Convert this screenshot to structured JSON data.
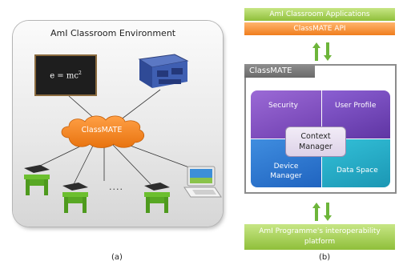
{
  "panel_a": {
    "title": "AmI Classroom  Environment",
    "equation_base": "e = mc",
    "equation_exponent": "2",
    "hub_label": "ClassMATE",
    "ellipsis": "....",
    "caption": "(a)"
  },
  "panel_b": {
    "apps_label": "AmI Classroom Applications",
    "api_label": "ClassMATE API",
    "frame_title": "ClassMATE",
    "security": "Security",
    "user_profile": "User Profile",
    "context_line1": "Context",
    "context_line2": "Manager",
    "device_line1": "Device",
    "device_line2": "Manager",
    "data_space": "Data Space",
    "interop_line1": "AmI Programme's interoperability",
    "interop_line2": "platform",
    "caption": "(b)"
  },
  "colors": {
    "green_bar": "#8fbf3a",
    "orange_bar": "#f07d1d",
    "purple": "#7a4bbf",
    "blue": "#2a6fc9",
    "teal": "#22a6c0",
    "cloud_orange": "#f58a1f"
  }
}
